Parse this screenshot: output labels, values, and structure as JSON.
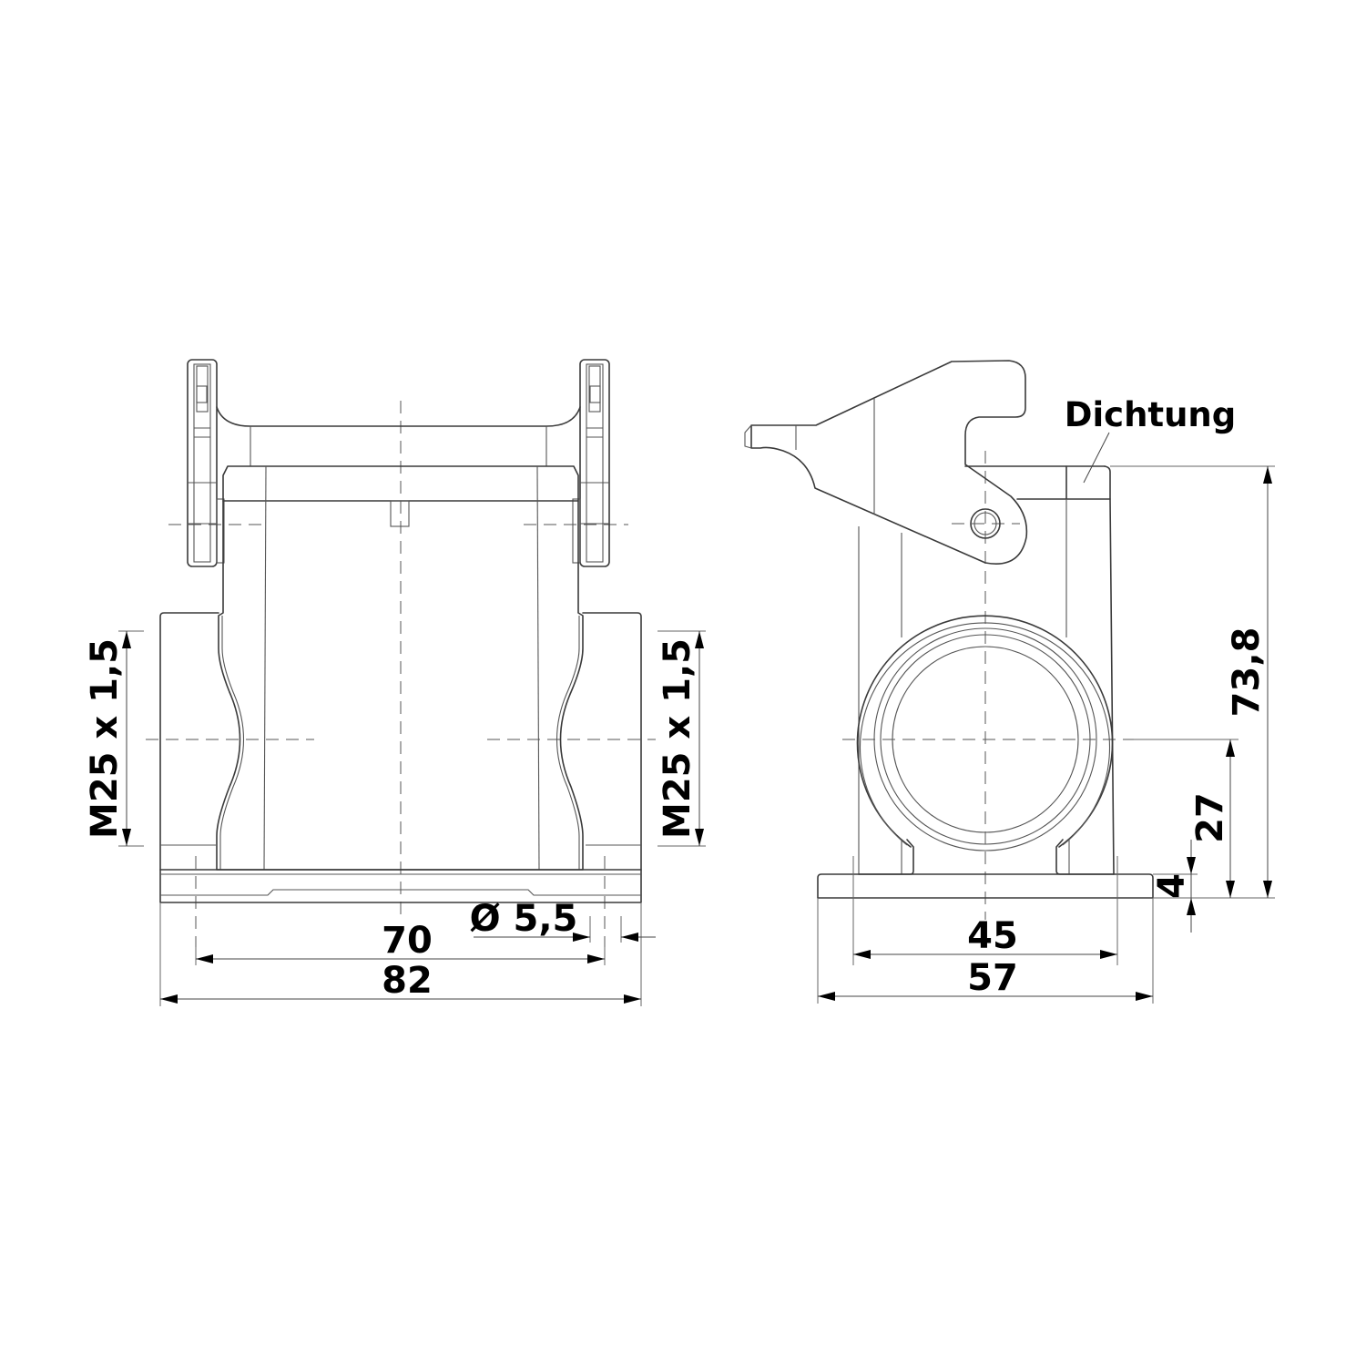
{
  "drawing": {
    "views": [
      {
        "name": "front-view",
        "description": "Housing front view with double-bracket locking levers and two side cable entries"
      },
      {
        "name": "side-view",
        "description": "Housing side view with single locking lever and cable entry"
      }
    ],
    "front_view": {
      "thread_left": "M25 x 1,5",
      "thread_right": "M25 x 1,5",
      "hole_diameter": "Ø 5,5",
      "mounting_distance": "70",
      "overall_width": "82"
    },
    "side_view": {
      "seal_label": "Dichtung",
      "overall_height": "73,8",
      "entry_center_height": "27",
      "base_thickness": "4",
      "mounting_distance": "45",
      "overall_depth": "57"
    },
    "colors": {
      "line": "#3a3a3a",
      "text": "#000000",
      "background": "#ffffff"
    }
  }
}
